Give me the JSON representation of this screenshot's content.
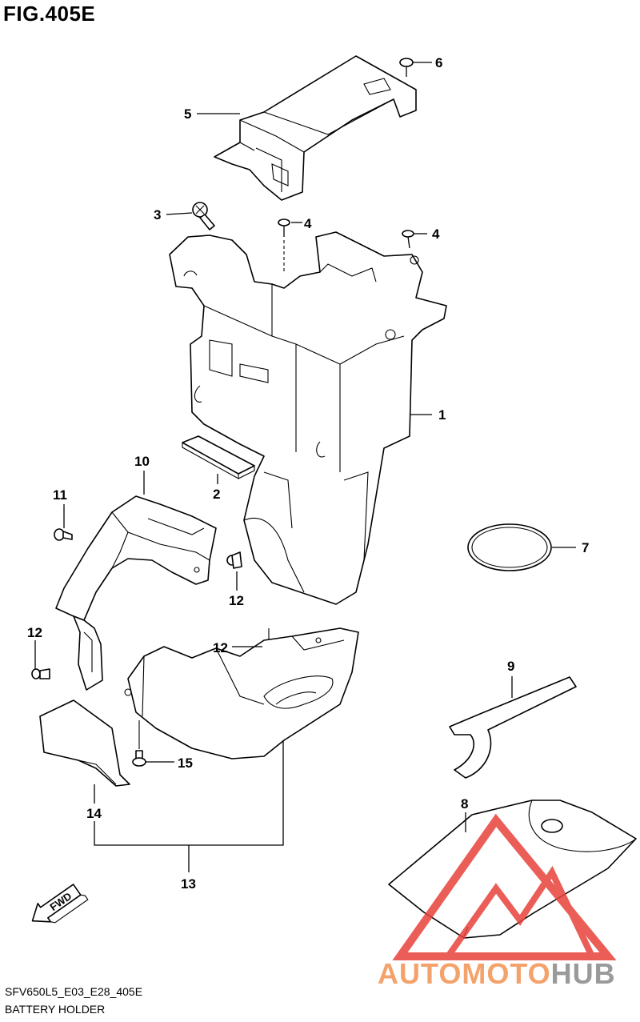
{
  "header": {
    "figure_title": "FIG.405E"
  },
  "footer": {
    "code": "SFV650L5_E03_E28_405E",
    "name": "BATTERY HOLDER"
  },
  "callouts": {
    "n1": "1",
    "n2": "2",
    "n3": "3",
    "n4a": "4",
    "n4b": "4",
    "n5": "5",
    "n6": "6",
    "n7": "7",
    "n8": "8",
    "n9": "9",
    "n10": "10",
    "n11": "11",
    "n12a": "12",
    "n12b": "12",
    "n12c": "12",
    "n13": "13",
    "n14": "14",
    "n15": "15"
  },
  "fwd_label": "FWD",
  "watermark": {
    "part1": "AUTOMOTO",
    "part2": "HUB",
    "color1": "#f4a26b",
    "color2": "#9a9a9a",
    "logo_color": "#e8413a"
  }
}
